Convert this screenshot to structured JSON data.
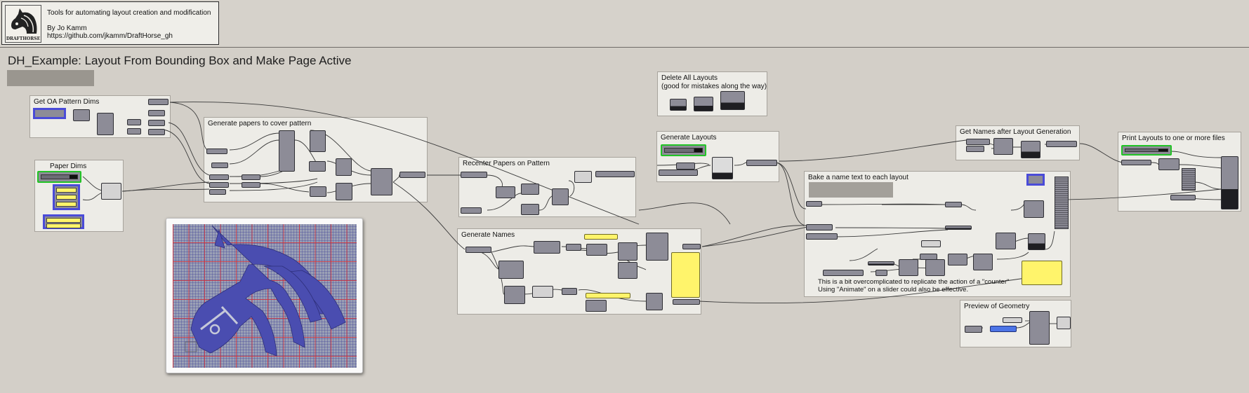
{
  "header": {
    "description": "Tools for automating layout creation and modification",
    "author": "By Jo Kamm",
    "url": "https://github.com/jkamm/DraftHorse_gh",
    "logo_caption": "DRAFTHORSE"
  },
  "canvas": {
    "title": "DH_Example: Layout From Bounding Box and Make Page Active"
  },
  "groups": {
    "oa_dims": "Get OA Pattern Dims",
    "paper_dims": "Paper Dims",
    "cover": "Generate papers to cover pattern",
    "recenter": "Recenter Papers on Pattern",
    "names": "Generate Names",
    "delete_all": "Delete All Layouts\n(good for mistakes along the way)",
    "gen_layouts": "Generate Layouts",
    "names_after": "Get Names after Layout Generation",
    "print": "Print Layouts to one or more files",
    "bake": "Bake a name text to each layout",
    "preview_geo": "Preview of Geometry"
  },
  "notes": {
    "counter_line1": "This is a bit overcomplicated to replicate the action of a \"counter\"",
    "counter_line2": "Using \"Animate\" on a slider could also be effective."
  },
  "colors": {
    "canvas": "#d3cfc8",
    "group": "#edece7",
    "node": "#8d8c97",
    "slider_border": "#22c426",
    "param_border": "#4a4bd8",
    "panel": "#fff46b",
    "horse": "#4a4db0"
  }
}
